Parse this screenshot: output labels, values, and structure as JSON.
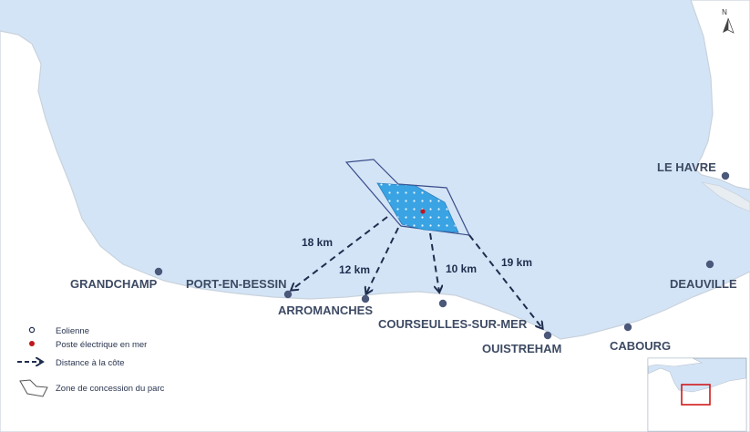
{
  "towns": [
    {
      "id": "grandchamp",
      "label": "GRANDCHAMP"
    },
    {
      "id": "port-en-bessin",
      "label": "PORT-EN-BESSIN"
    },
    {
      "id": "arromanches",
      "label": "ARROMANCHES"
    },
    {
      "id": "courseulles-sur-mer",
      "label": "COURSEULLES-SUR-MER"
    },
    {
      "id": "ouistreham",
      "label": "OUISTREHAM"
    },
    {
      "id": "cabourg",
      "label": "CABOURG"
    },
    {
      "id": "deauville",
      "label": "DEAUVILLE"
    },
    {
      "id": "le-havre",
      "label": "LE HAVRE"
    }
  ],
  "distances": [
    {
      "to": "port-en-bessin",
      "label": "18 km"
    },
    {
      "to": "arromanches",
      "label": "12 km"
    },
    {
      "to": "courseulles-sur-mer",
      "label": "10 km"
    },
    {
      "to": "ouistreham",
      "label": "19 km"
    }
  ],
  "legend": {
    "eolienne": "Eolienne",
    "poste": "Poste électrique en mer",
    "distance": "Distance à la côte",
    "zone": "Zone de concession du parc"
  },
  "north_label": "N",
  "colors": {
    "sea": "#d3e4f6",
    "land": "#ffffff",
    "coast": "#cfd6df",
    "farm": "#3aa3e3",
    "substation": "#c0161d",
    "town": "#4b587a",
    "arrow": "#1f2d4d",
    "inset_frame": "#d11a1a"
  },
  "icons": [
    "north-arrow-icon",
    "turbine-icon",
    "substation-icon",
    "distance-arrow-icon",
    "concession-zone-icon"
  ]
}
